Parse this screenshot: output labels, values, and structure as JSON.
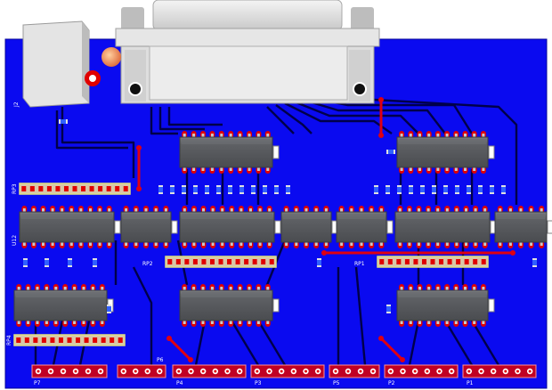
{
  "colors": {
    "board": "#0a0af0",
    "board_edge": "#05059a",
    "trace": "#00004a",
    "chip_body": "#585a5e",
    "chip_top": "#6a6c70",
    "pad": "#e00000",
    "pin": "#c8c8c8",
    "header_fill": "#d8c8a8",
    "header_outline": "#e0e080",
    "connector": "#dcdcdc",
    "jumper": "#e00010"
  },
  "labels": {
    "j2": "J2",
    "rp3": "RP3",
    "u12": "U12",
    "rp1": "RP1",
    "rp2": "RP2",
    "rp4": "RP4",
    "p7": "P7",
    "p6": "P6",
    "p4": "P4",
    "p3": "P3",
    "p5": "P5",
    "p2": "P2",
    "p1": "P1"
  }
}
